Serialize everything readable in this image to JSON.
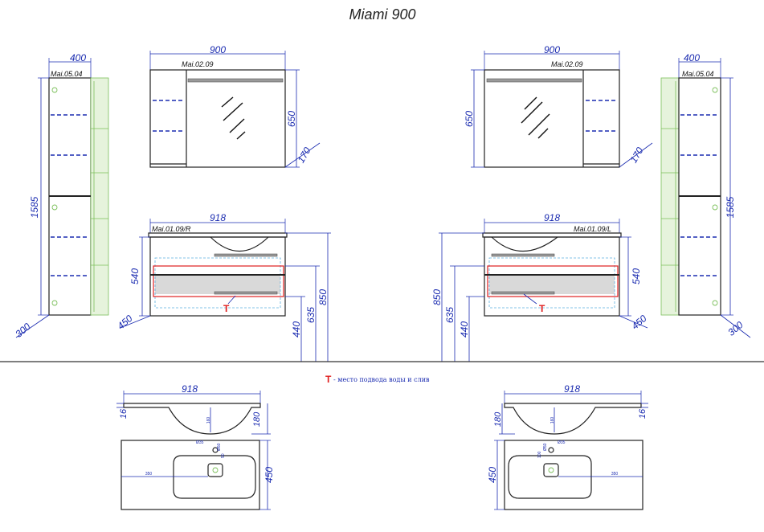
{
  "title": "Miami 900",
  "pencil_case": {
    "code": "Mai.05.04",
    "width": "400",
    "height": "1585",
    "depth": "300"
  },
  "mirror_cabinet": {
    "code": "Mai.02.09",
    "width": "900",
    "height": "650",
    "depth": "170"
  },
  "vanity": {
    "code_right": "Mai.01.09/R",
    "code_left": "Mai.01.09/L",
    "width": "918",
    "body_height": "540",
    "depth": "450",
    "floor_bottom": "440",
    "floor_middle": "635",
    "floor_top": "850"
  },
  "legend": {
    "mark": "T",
    "text": " - место подвода воды и слив"
  },
  "basin_profile": {
    "width": "918",
    "rim": "16",
    "depth": "180",
    "bowl": "160"
  },
  "basin_top": {
    "depth": "450",
    "offset": "350",
    "faucet_hole": "Ø35",
    "drain_hole": "Ø50",
    "gap_a": "50",
    "gap_b": "100"
  },
  "colors": {
    "dimension": "#1a2bb0",
    "outline": "#222222",
    "supply_marker": "#e02020",
    "shelf_panel": "#7bbf5a"
  }
}
